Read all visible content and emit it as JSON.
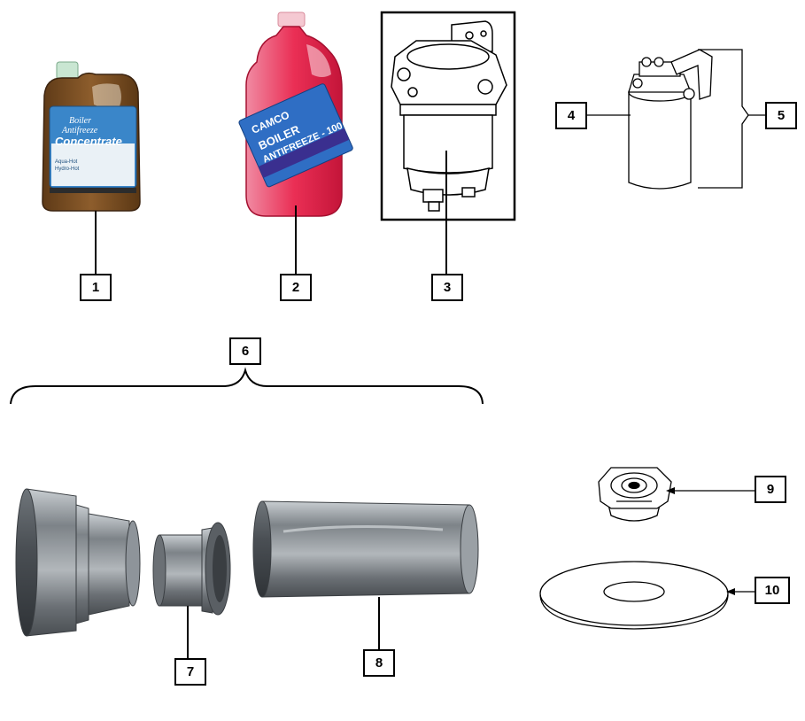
{
  "callouts": {
    "c1": "1",
    "c2": "2",
    "c3": "3",
    "c4": "4",
    "c5": "5",
    "c6": "6",
    "c7": "7",
    "c8": "8",
    "c9": "9",
    "c10": "10"
  },
  "products": {
    "concentrate_jug": {
      "line1": "Boiler",
      "line2": "Antifreeze",
      "line3": "Concentrate",
      "line4": "Aqua-Hot",
      "line5": "Hydro-Hot"
    },
    "boiler_antifreeze_jug": {
      "brand": "CAMCO",
      "line1": "BOILER",
      "line2": "ANTIFREEZE - 100"
    }
  },
  "colors": {
    "concentrate_fluid": "#7a4e22",
    "antifreeze_fluid": "#e8264a",
    "label_blue": "#1f66b5",
    "metal": "#8e949a"
  }
}
